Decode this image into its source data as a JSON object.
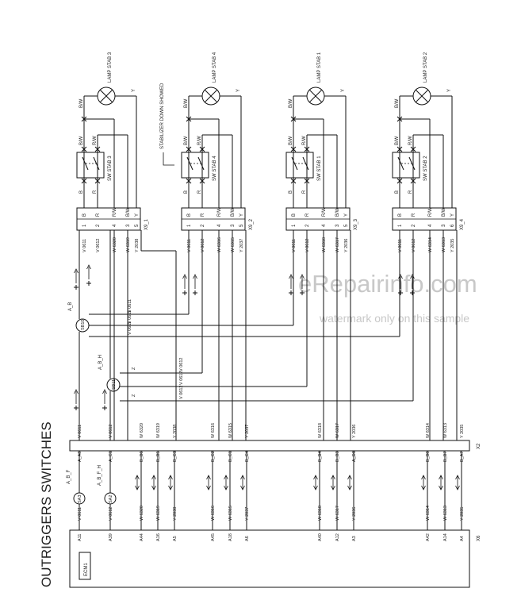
{
  "title": "OUTRIGGERS SWITCHES",
  "watermark": {
    "brand": "eRepairinfo.com",
    "note": "watermark only on this sample"
  },
  "stabilizer_note": "STABILIZER DOWN SHOWED",
  "lamps": [
    "LAMP STAB 3",
    "LAMP STAB 4",
    "LAMP STAB 1",
    "LAMP STAB 2"
  ],
  "switches": [
    "SW STAB 3",
    "SW STAB 4",
    "SW STAB 1",
    "SW STAB 2"
  ],
  "connectors": [
    "X9_1",
    "X9_2",
    "X9_3",
    "X9_4"
  ],
  "connector_x2": "X2",
  "connector_x6": "X6",
  "ecm": "ECM1",
  "wire_labels": {
    "bw": "B/W",
    "rw": "R/W",
    "b": "B",
    "r": "R",
    "y": "Y"
  },
  "group_wires": [
    [
      "V 0611",
      "V 0612",
      "W 6320",
      "W 6319",
      "Y 2038"
    ],
    [
      "V 0611",
      "V 0612",
      "W 6316",
      "W 6315",
      "Y 2037"
    ],
    [
      "V 0611",
      "V 0612",
      "W 6318",
      "W 6317",
      "Y 2036"
    ],
    [
      "V 0611",
      "V 0612",
      "W 6314",
      "W 6313",
      "Y 2035"
    ]
  ],
  "pin_numbers": [
    "1",
    "2",
    "4",
    "3",
    "5"
  ],
  "pin_numbers_g4": [
    "1",
    "2",
    "4",
    "3",
    "6"
  ],
  "x2_pins": [
    "A_A8",
    "A_C1",
    "B_B6",
    "B_B5",
    "B_C3",
    "B_C2",
    "B_C1",
    "B_C4",
    "B_B4",
    "B_B3",
    "A_D8",
    "B_B8",
    "B_B7",
    "B_A7"
  ],
  "x6_pins": [
    "A11",
    "A39",
    "A44",
    "A16",
    "A5",
    "A45",
    "A18",
    "A6",
    "A40",
    "A12",
    "A3",
    "A42",
    "A14",
    "A4"
  ],
  "x6_wires": [
    "V 0611",
    "V 0612",
    "W 6320",
    "W 6319",
    "Y 2038",
    "W 6316",
    "W 6315",
    "Y 2037",
    "W 6318",
    "W 6317",
    "Y 2036",
    "W 6314",
    "W 6313",
    "Y 2035"
  ],
  "x2_wires": [
    "V 0611",
    "V 0612",
    "W 6320",
    "W 6319",
    "Y 2038",
    "W 6316",
    "W 6315",
    "Y 2037",
    "W 6318",
    "W 6317",
    "Y 2036",
    "W 6314",
    "W 6313",
    "Y 2035"
  ],
  "sb10": "SB10",
  "sb11": "SB11",
  "sb10_tag": "A_B",
  "sb11_tag": "A_B_H",
  "sa3": "SA3",
  "sa2": "SA2",
  "sa3_tag": "A_B_F",
  "sa2_tag": "A_B_F_H",
  "bus_v0611": "V 0611",
  "bus_v0612": "V 0612",
  "z": "Z"
}
